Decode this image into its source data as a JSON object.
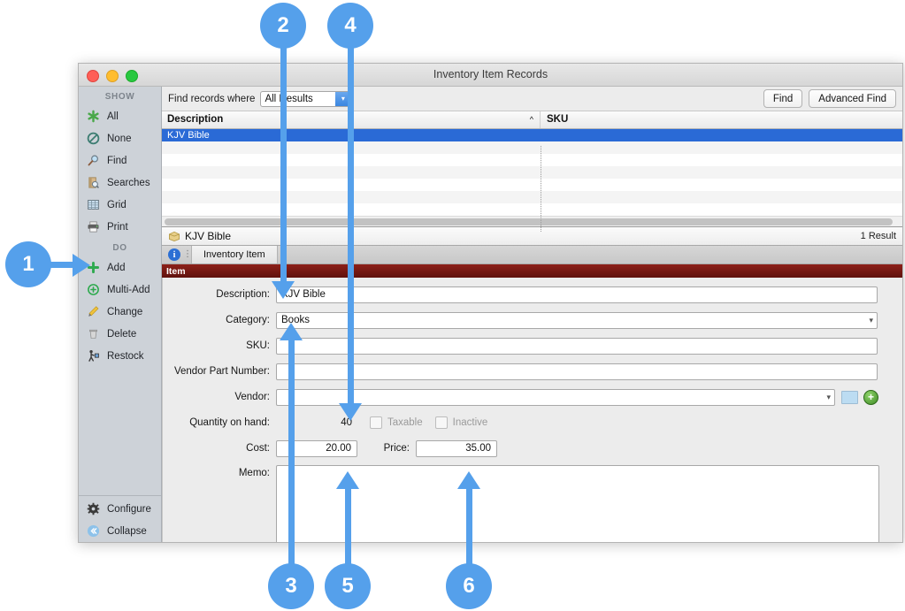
{
  "window": {
    "title": "Inventory Item Records",
    "traffic_lights": [
      "close",
      "minimize",
      "zoom"
    ]
  },
  "sidebar": {
    "show_header": "SHOW",
    "show_items": [
      {
        "label": "All",
        "icon": "asterisk-icon"
      },
      {
        "label": "None",
        "icon": "no-entry-icon"
      },
      {
        "label": "Find",
        "icon": "magnifier-icon"
      },
      {
        "label": "Searches",
        "icon": "saved-searches-icon"
      },
      {
        "label": "Grid",
        "icon": "grid-icon"
      },
      {
        "label": "Print",
        "icon": "printer-icon"
      }
    ],
    "do_header": "DO",
    "do_items": [
      {
        "label": "Add",
        "icon": "plus-icon"
      },
      {
        "label": "Multi-Add",
        "icon": "multi-add-icon"
      },
      {
        "label": "Change",
        "icon": "pencil-icon"
      },
      {
        "label": "Delete",
        "icon": "trash-icon"
      },
      {
        "label": "Restock",
        "icon": "restock-icon"
      }
    ],
    "bottom_items": [
      {
        "label": "Configure",
        "icon": "gear-icon"
      },
      {
        "label": "Collapse",
        "icon": "collapse-icon"
      }
    ]
  },
  "findbar": {
    "label": "Find records where",
    "select_value": "All Results",
    "find_button": "Find",
    "advanced_find_button": "Advanced Find"
  },
  "list": {
    "columns": [
      "Description",
      "SKU"
    ],
    "sort_indicator": "^",
    "rows": [
      {
        "description": "KJV Bible",
        "sku": "",
        "selected": true
      },
      {
        "description": "",
        "sku": "",
        "selected": false
      },
      {
        "description": "",
        "sku": "",
        "selected": false
      },
      {
        "description": "",
        "sku": "",
        "selected": false
      },
      {
        "description": "",
        "sku": "",
        "selected": false
      },
      {
        "description": "",
        "sku": "",
        "selected": false
      },
      {
        "description": "",
        "sku": "",
        "selected": false
      }
    ]
  },
  "record": {
    "title": "KJV Bible",
    "result_count": "1 Result",
    "tab_label": "Inventory Item",
    "section_label": "Item"
  },
  "form": {
    "description_label": "Description:",
    "description_value": "KJV Bible",
    "category_label": "Category:",
    "category_value": "Books",
    "sku_label": "SKU:",
    "sku_value": "",
    "vendor_part_label": "Vendor Part Number:",
    "vendor_part_value": "",
    "vendor_label": "Vendor:",
    "vendor_value": "",
    "quantity_label": "Quantity on hand:",
    "quantity_value": "40",
    "taxable_label": "Taxable",
    "inactive_label": "Inactive",
    "cost_label": "Cost:",
    "cost_value": "20.00",
    "price_label": "Price:",
    "price_value": "35.00",
    "memo_label": "Memo:",
    "memo_value": ""
  },
  "callouts": [
    {
      "number": "1",
      "target": "add-sidebar-item"
    },
    {
      "number": "2",
      "target": "description-field"
    },
    {
      "number": "3",
      "target": "category-field"
    },
    {
      "number": "4",
      "target": "quantity-on-hand-value"
    },
    {
      "number": "5",
      "target": "cost-field"
    },
    {
      "number": "6",
      "target": "price-field"
    }
  ],
  "colors": {
    "callout_blue": "#55a0eb",
    "selection_blue": "#2a6ad6",
    "section_red": "#7c1a13"
  }
}
